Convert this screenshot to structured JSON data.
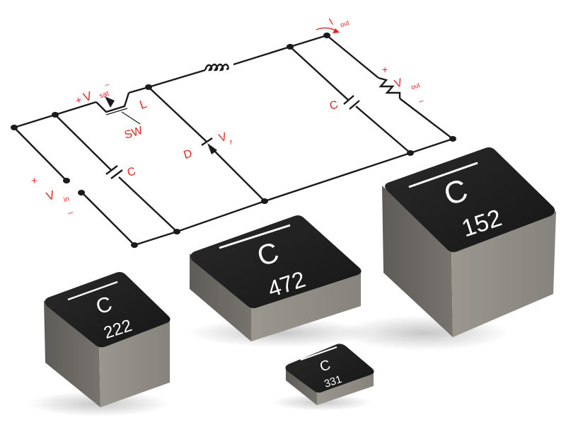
{
  "image": {
    "description": "Buck converter schematic above four shielded power inductors",
    "background": "#ffffff"
  },
  "schematic": {
    "label_color": "#e8231f",
    "wire_color": "#1a1a1a",
    "labels": {
      "vsat_plus": "+",
      "vsat_v": "V",
      "vsat_sub": "sat",
      "vsat_minus": "–",
      "inductor": "L",
      "switch": "SW",
      "input_cap": "C",
      "diode": "D",
      "vf_v": "V",
      "vf_sub": "f",
      "output_cap": "C",
      "vin_plus": "+",
      "vin_v": "V",
      "vin_sub": "in",
      "vin_minus": "–",
      "iout_i": "I",
      "iout_sub": "out",
      "vout_plus": "+",
      "vout_v": "V",
      "vout_sub": "out",
      "vout_minus": "–"
    }
  },
  "components": [
    {
      "id": "inductor-222",
      "logo": "C",
      "code": "222",
      "top_color": "#1e1e1e",
      "body_color": "#7d7a74"
    },
    {
      "id": "inductor-472",
      "logo": "C",
      "code": "472",
      "top_color": "#1e1e1e",
      "body_color": "#8a8780"
    },
    {
      "id": "inductor-152",
      "logo": "C",
      "code": "152",
      "top_color": "#1e1e1e",
      "body_color": "#8c8982"
    },
    {
      "id": "inductor-331",
      "logo": "C",
      "code": "331",
      "top_color": "#1e1e1e",
      "body_color": "#6e6b66"
    }
  ]
}
